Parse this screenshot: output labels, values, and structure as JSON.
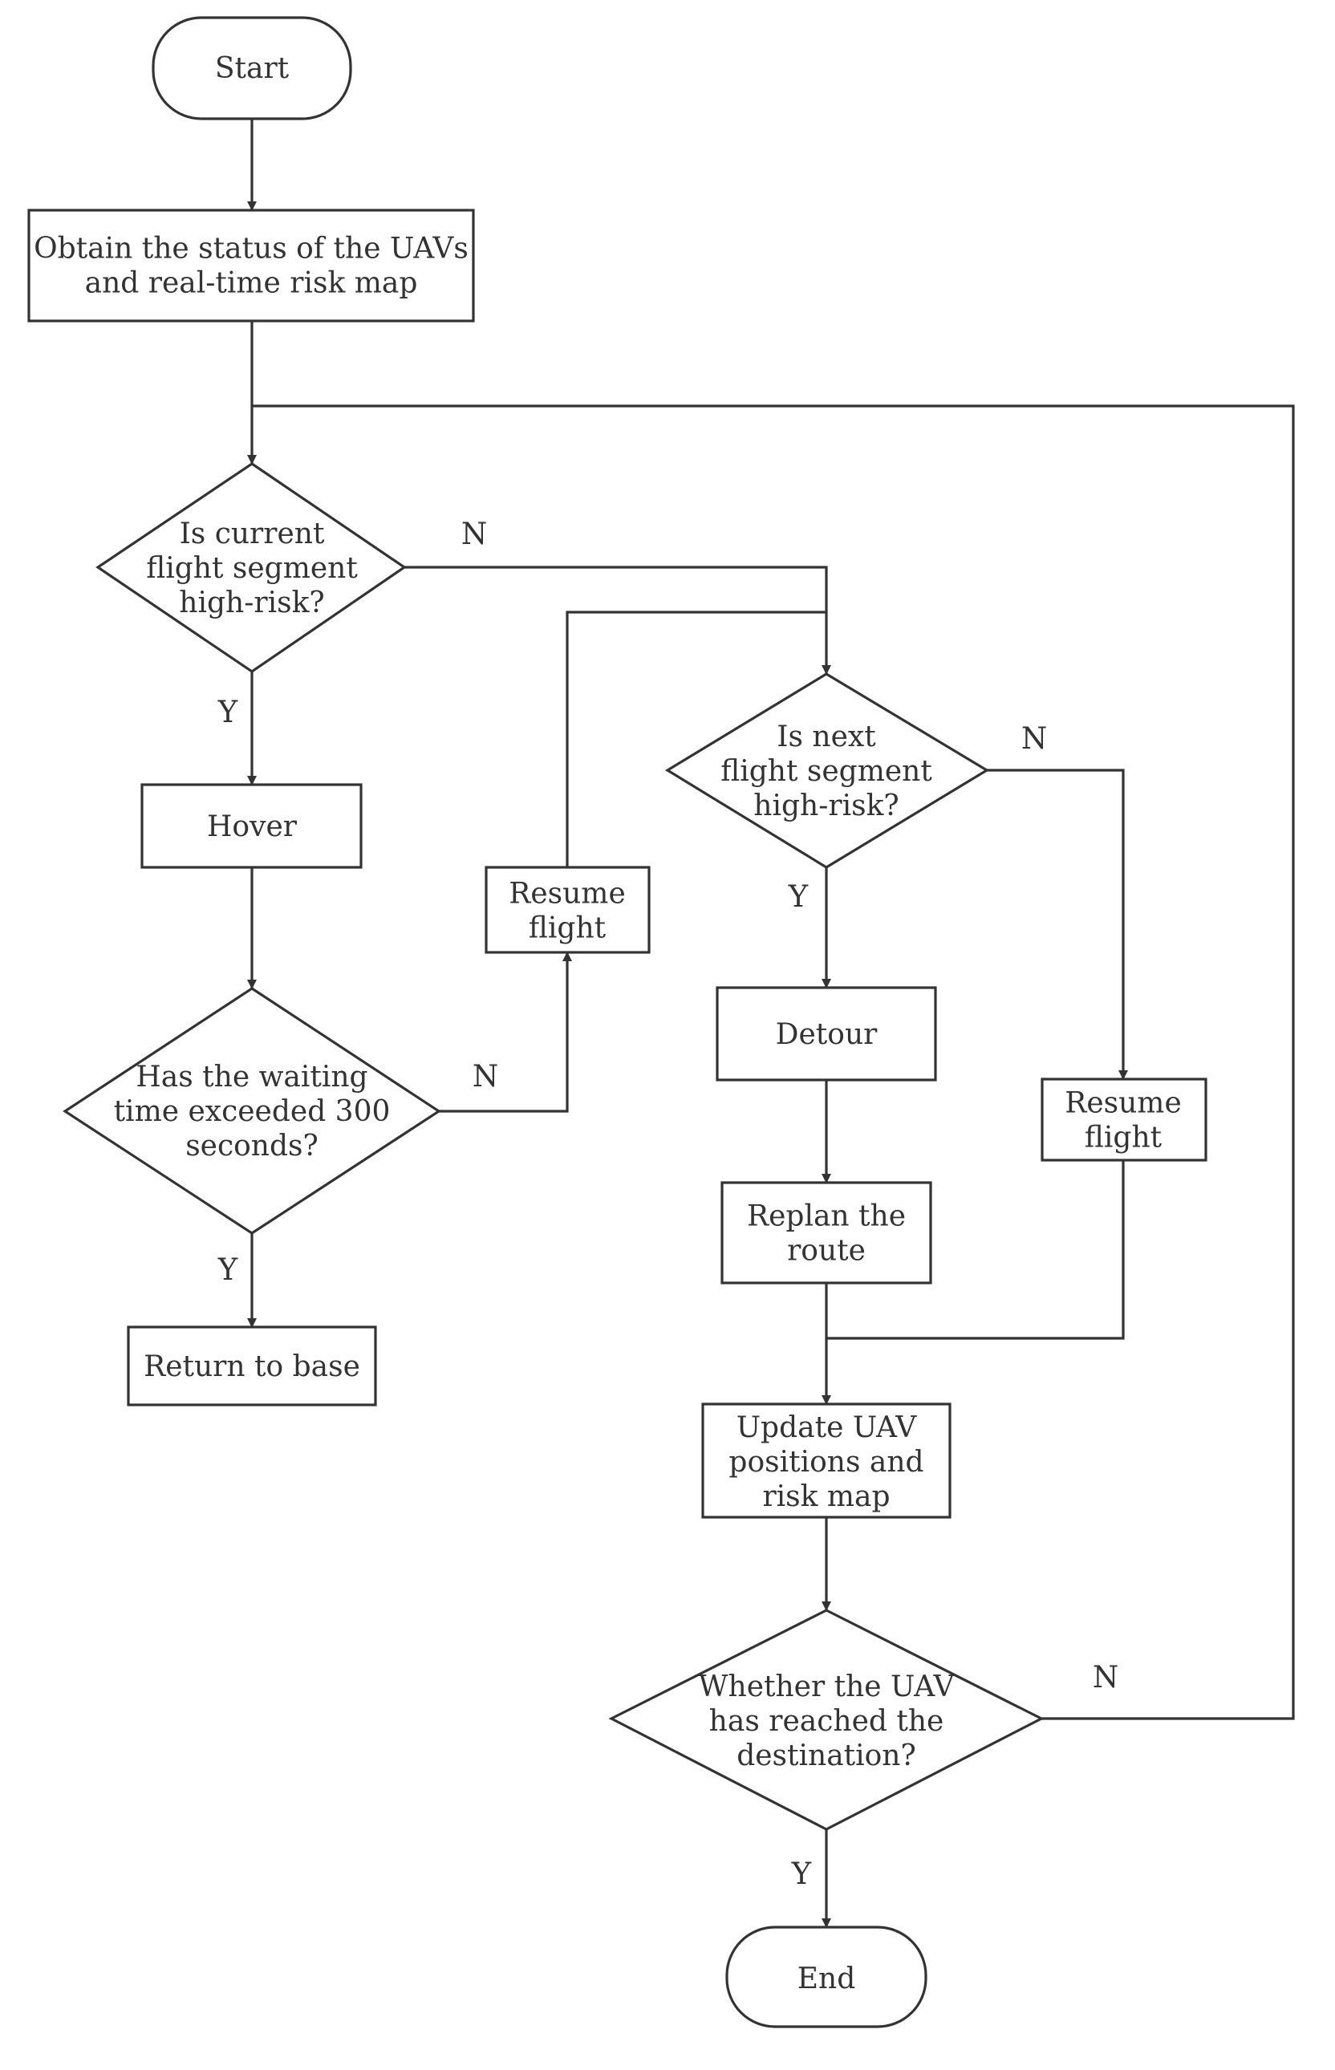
{
  "nodes": {
    "start": {
      "lines": [
        "Start"
      ]
    },
    "obtain": {
      "lines": [
        "Obtain the status of the UAVs",
        "and real-time risk map"
      ]
    },
    "q_current": {
      "lines": [
        "Is  current",
        "flight segment",
        "high-risk?"
      ]
    },
    "hover": {
      "lines": [
        "Hover"
      ]
    },
    "q_wait": {
      "lines": [
        "Has the waiting",
        "time exceeded 300",
        "seconds?"
      ]
    },
    "return_base": {
      "lines": [
        "Return to base"
      ]
    },
    "resume_left": {
      "lines": [
        "Resume",
        "flight"
      ]
    },
    "q_next": {
      "lines": [
        "Is  next",
        "flight segment",
        "high-risk?"
      ]
    },
    "detour": {
      "lines": [
        "Detour"
      ]
    },
    "replan": {
      "lines": [
        "Replan the",
        "route"
      ]
    },
    "resume_right": {
      "lines": [
        "Resume",
        "flight"
      ]
    },
    "update": {
      "lines": [
        "Update UAV",
        "positions and",
        "risk map"
      ]
    },
    "q_dest": {
      "lines": [
        "Whether the UAV",
        "has reached the",
        "destination?"
      ]
    },
    "end": {
      "lines": [
        "End"
      ]
    }
  },
  "edge_labels": {
    "current_no": "N",
    "current_yes": "Y",
    "wait_no": "N",
    "wait_yes": "Y",
    "next_no": "N",
    "next_yes": "Y",
    "dest_no": "N",
    "dest_yes": "Y"
  },
  "colors": {
    "stroke": "#333333",
    "fill": "#ffffff",
    "text": "#333333"
  }
}
